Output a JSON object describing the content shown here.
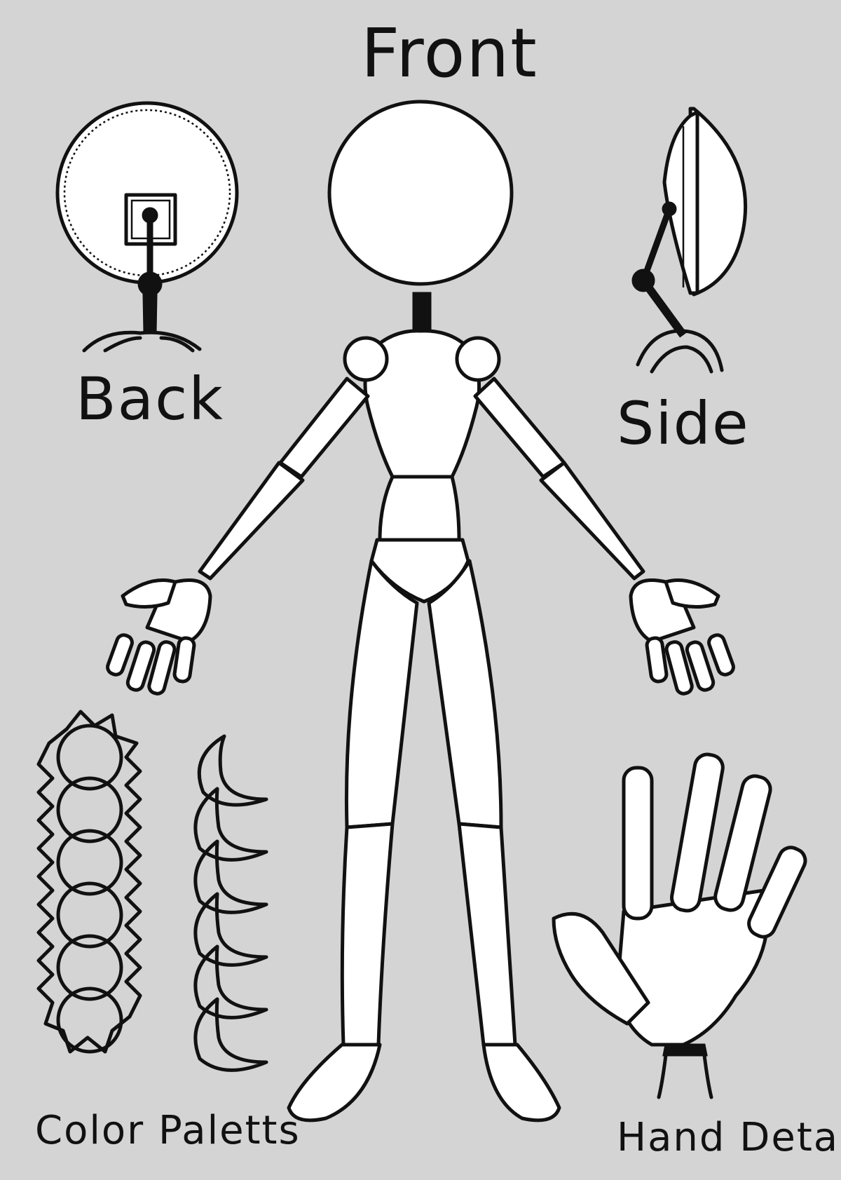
{
  "labels": {
    "front": "Front",
    "back": "Back",
    "side": "Side",
    "palette": "Color Paletts",
    "hand": "Hand Detail"
  },
  "colors": {
    "background": "#d4d4d4",
    "ink": "#111111",
    "fill": "#ffffff"
  },
  "palette_counts": {
    "spiky_circles": 6,
    "crescents": 6
  }
}
